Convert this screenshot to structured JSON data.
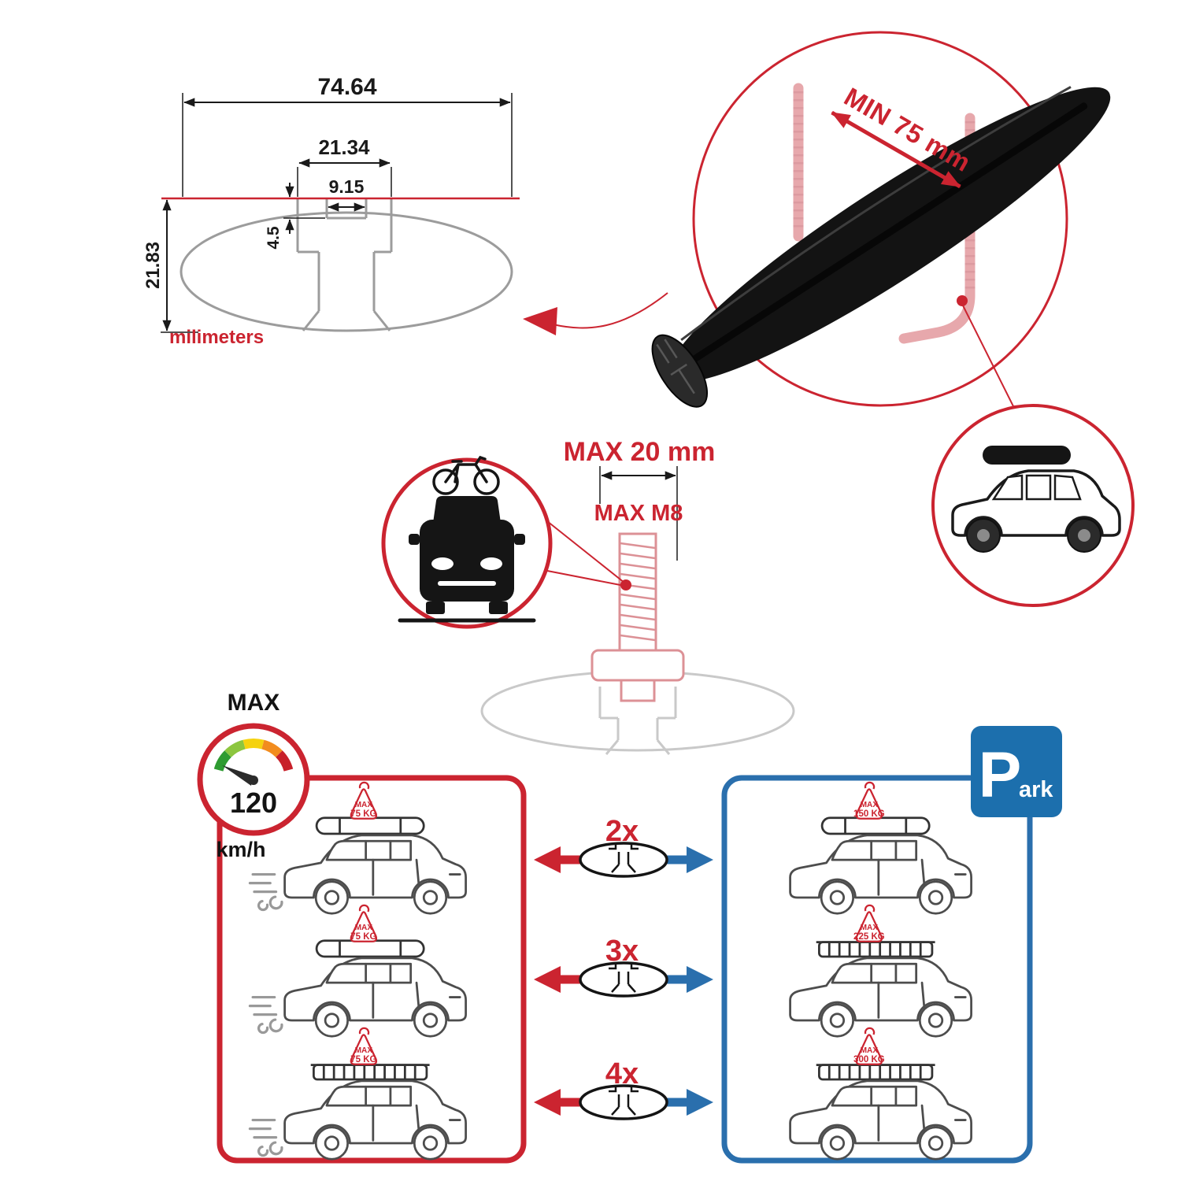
{
  "dimension_drawing": {
    "total_width": "74.64",
    "slot_outer_width": "21.34",
    "slot_opening_width": "9.15",
    "slot_depth": "4.5",
    "total_height": "21.83",
    "unit_label": "milimeters"
  },
  "crossbar_detail": {
    "min_span_label": "MIN 75 mm"
  },
  "bolt_detail": {
    "max_length_label": "MAX 20 mm",
    "max_thread_label": "MAX M8"
  },
  "speed_limit": {
    "title": "MAX",
    "value": "120",
    "unit": "km/h"
  },
  "park_sign": {
    "letter": "P",
    "suffix": "ark"
  },
  "comparison": {
    "rows": [
      {
        "multiplier": "2x",
        "driving": {
          "title": "MAX",
          "load": "75 KG"
        },
        "parked": {
          "title": "MAX",
          "load": "150 KG"
        }
      },
      {
        "multiplier": "3x",
        "driving": {
          "title": "MAX",
          "load": "75 KG"
        },
        "parked": {
          "title": "MAX",
          "load": "225 KG"
        }
      },
      {
        "multiplier": "4x",
        "driving": {
          "title": "MAX",
          "load": "75 KG"
        },
        "parked": {
          "title": "MAX",
          "load": "300 KG"
        }
      }
    ]
  },
  "colors": {
    "accent_red": "#cb2430",
    "accent_blue": "#1c6fad",
    "pink": "#e7a8ac",
    "profile_gray": "#9c9c9c"
  }
}
